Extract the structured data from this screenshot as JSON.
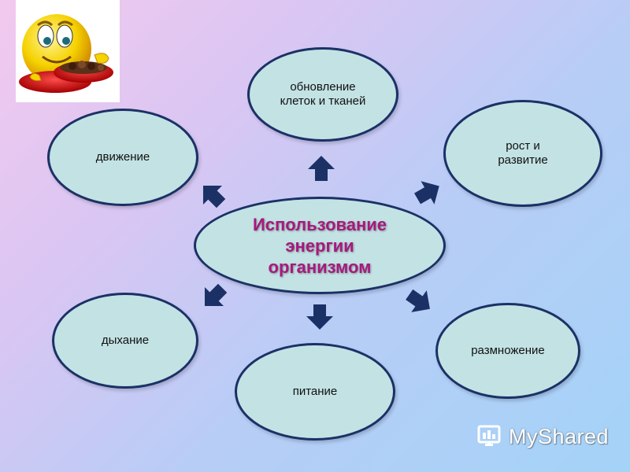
{
  "diagram": {
    "center": "Использование\nэнергии\nорганизмом",
    "nodes": {
      "update": "обновление клеток и тканей",
      "growth": "рост и развитие",
      "movement": "движение",
      "breathing": "дыхание",
      "nutrition": "питание",
      "reproduction": "размножение"
    }
  },
  "watermark": {
    "text": "MyShared"
  },
  "colors": {
    "node_fill": "#c3e2e4",
    "node_border": "#1b3166",
    "center_text": "#a7197d",
    "arrow": "#1b3166"
  },
  "icons": [
    "smiley-with-chocolates-icon",
    "myshared-logo-icon"
  ]
}
